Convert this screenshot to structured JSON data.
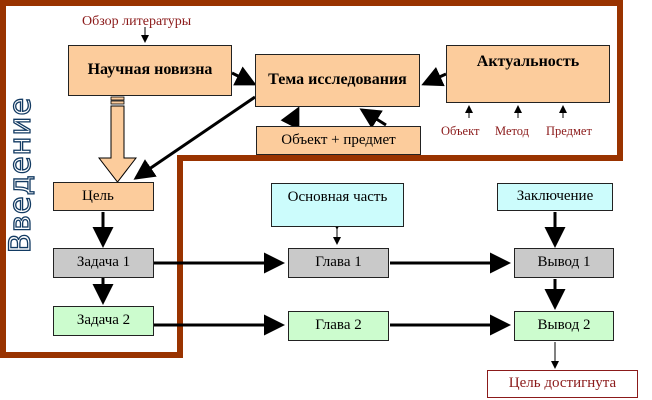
{
  "diagram": {
    "side_label": "Введение",
    "literature_label": "Обзор литературы",
    "novelty": "Научная новизна",
    "topic": "Тема исследования",
    "relevance": "Актуальность",
    "object_subject": "Объект + предмет",
    "relevance_parts": [
      "Объект",
      "Метод",
      "Предмет"
    ],
    "goal": "Цель",
    "task1": "Задача 1",
    "task2": "Задача 2",
    "main_part": "Основная часть",
    "chapter1": "Глава 1",
    "chapter2": "Глава 2",
    "conclusion": "Заключение",
    "result1": "Вывод 1",
    "result2": "Вывод 2",
    "goal_reached": "Цель достигнута"
  },
  "colors": {
    "frame": "#993300",
    "peach": "#fccc9c",
    "gray": "#c9c9c9",
    "green": "#ccfcce",
    "cyan": "#ccfcfc",
    "label_red": "#8b1a1a"
  }
}
